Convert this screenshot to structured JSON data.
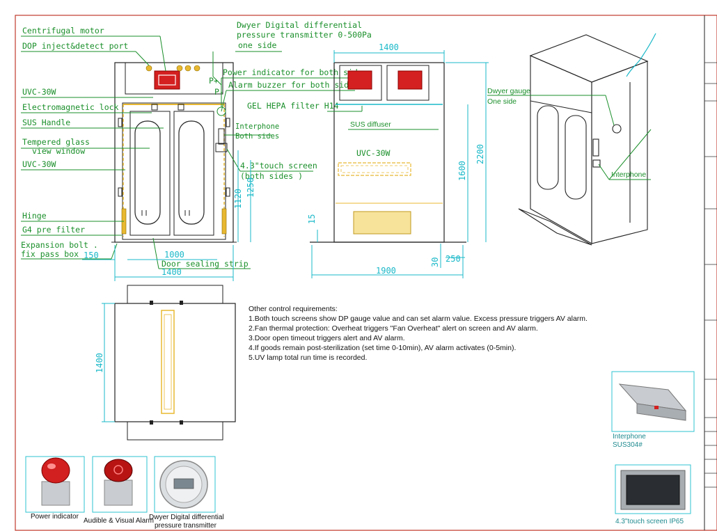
{
  "labels": {
    "centrifugal_motor": "Centrifugal motor",
    "dop_port": "DOP inject&detect port",
    "uvc_top": "UVC-30W",
    "em_lock": "Electromagnetic lock",
    "sus_handle": "SUS Handle",
    "glass_1": "Tempered glass",
    "glass_2": "view window",
    "uvc_side": "UVC-30W",
    "hinge": "Hinge",
    "g4_filter": "G4 pre filter",
    "expansion_1": "Expansion bolt .",
    "expansion_2": "fix pass box",
    "door_strip": "Door sealing strip",
    "dwyer_1": "Dwyer Digital differential",
    "dwyer_2": "pressure transmitter 0-500Pa",
    "dwyer_3": "one side",
    "power_ind": "Power indicator for both sides",
    "alarm_buzzer": "Alarm buzzer for both sides",
    "p_plus": "P+",
    "p_minus": "P-",
    "gel_hepa": "GEL HEPA filter H14",
    "interphone_1": "Interphone",
    "interphone_2": "Both sides",
    "touch_1": "4.3\"touch screen",
    "touch_2": "(both sides )",
    "sus_diffuser": "SUS diffuser",
    "uvc_mid": "UVC-30W",
    "dwyer_gauge_1": "Dwyer gauge",
    "dwyer_gauge_2": "One side",
    "interphone_iso": "Interphone"
  },
  "dimensions": {
    "d1400_top": "1400",
    "d2200": "2200",
    "d1600": "1600",
    "d1250": "1250",
    "d1120": "1120",
    "d15": "15",
    "d30": "30",
    "d250": "250",
    "d1900": "1900",
    "d150": "150",
    "d1000": "1000",
    "d1400_front": "1400",
    "d1400_plan": "1400"
  },
  "notes": {
    "heading": "Other control requirements:",
    "items": [
      "1.Both touch screens show DP gauge value and can set alarm value. Excess pressure triggers AV alarm.",
      "2.Fan thermal protection: Overheat triggers \"Fan Overheat\" alert on screen and AV alarm.",
      "3.Door open timeout triggers alert and AV alarm.",
      "4.If goods remain post-sterilization (set time 0-10min), AV alarm activates (0-5min).",
      "5.UV lamp total run time is recorded."
    ]
  },
  "photos": {
    "power_indicator": "Power indicator",
    "alarm": "Audible & Visual Alarm",
    "dwyer_1": "Dwyer Digital differential",
    "dwyer_2": "pressure transmitter",
    "interphone_1": "Interphone",
    "interphone_2": "SUS304#",
    "touchscreen": "4.3\"touch screen IP65"
  },
  "colors": {
    "border": "#c0392b",
    "leader": "#1a8f2a",
    "dimension": "#19b8c8",
    "lamp": "#e8b830",
    "outline": "#222222",
    "fan": "#d42020"
  }
}
